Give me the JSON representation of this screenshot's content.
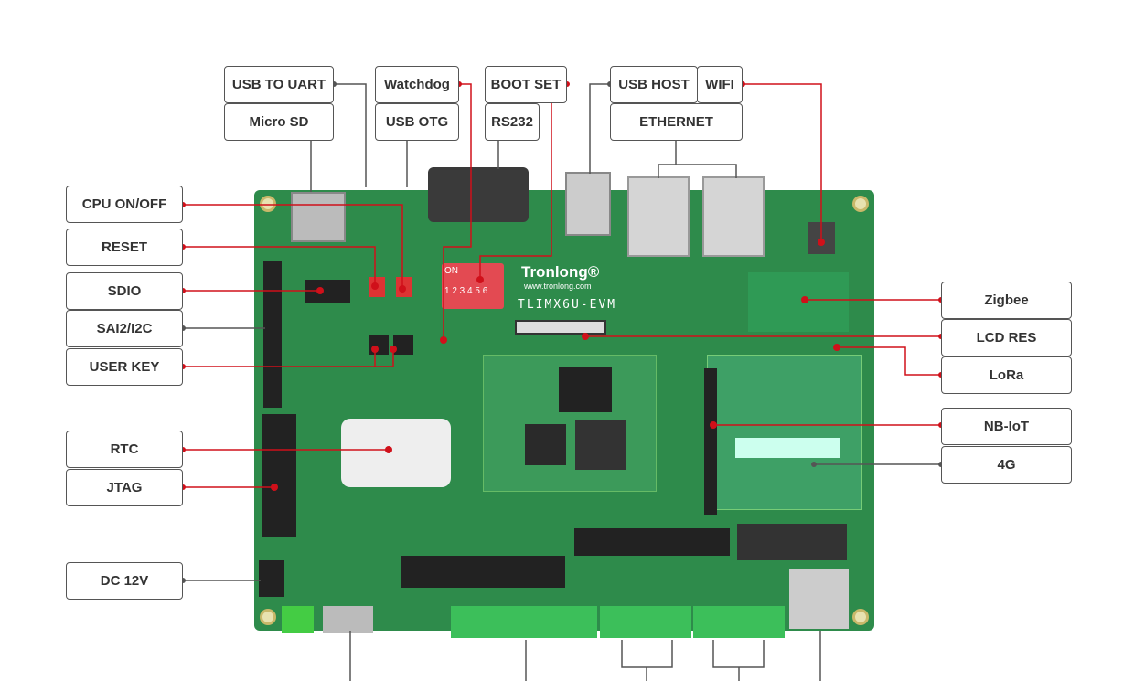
{
  "labels": {
    "usb_to_uart": "USB TO UART",
    "micro_sd": "Micro SD",
    "watchdog": "Watchdog",
    "usb_otg": "USB OTG",
    "boot_set": "BOOT SET",
    "rs232": "RS232",
    "usb_host": "USB HOST",
    "wifi": "WIFI",
    "ethernet": "ETHERNET",
    "cpu_onoff": "CPU ON/OFF",
    "reset": "RESET",
    "sdio": "SDIO",
    "sai2_i2c": "SAI2/I2C",
    "user_key": "USER KEY",
    "rtc": "RTC",
    "jtag": "JTAG",
    "dc12v": "DC 12V",
    "zigbee": "Zigbee",
    "lcd_res": "LCD RES",
    "lora": "LoRa",
    "nbiot": "NB-IoT",
    "lte4g": "4G"
  },
  "board": {
    "brand": "Tronlong®",
    "url": "www.tronlong.com",
    "model": "TLIMX6U-EVM",
    "dip_on": "ON",
    "dip_numbers": "1 2 3 4 5 6"
  },
  "colors": {
    "board": "#2e8b4b",
    "callout_red": "#d0101a",
    "callout_gray": "#555555"
  }
}
